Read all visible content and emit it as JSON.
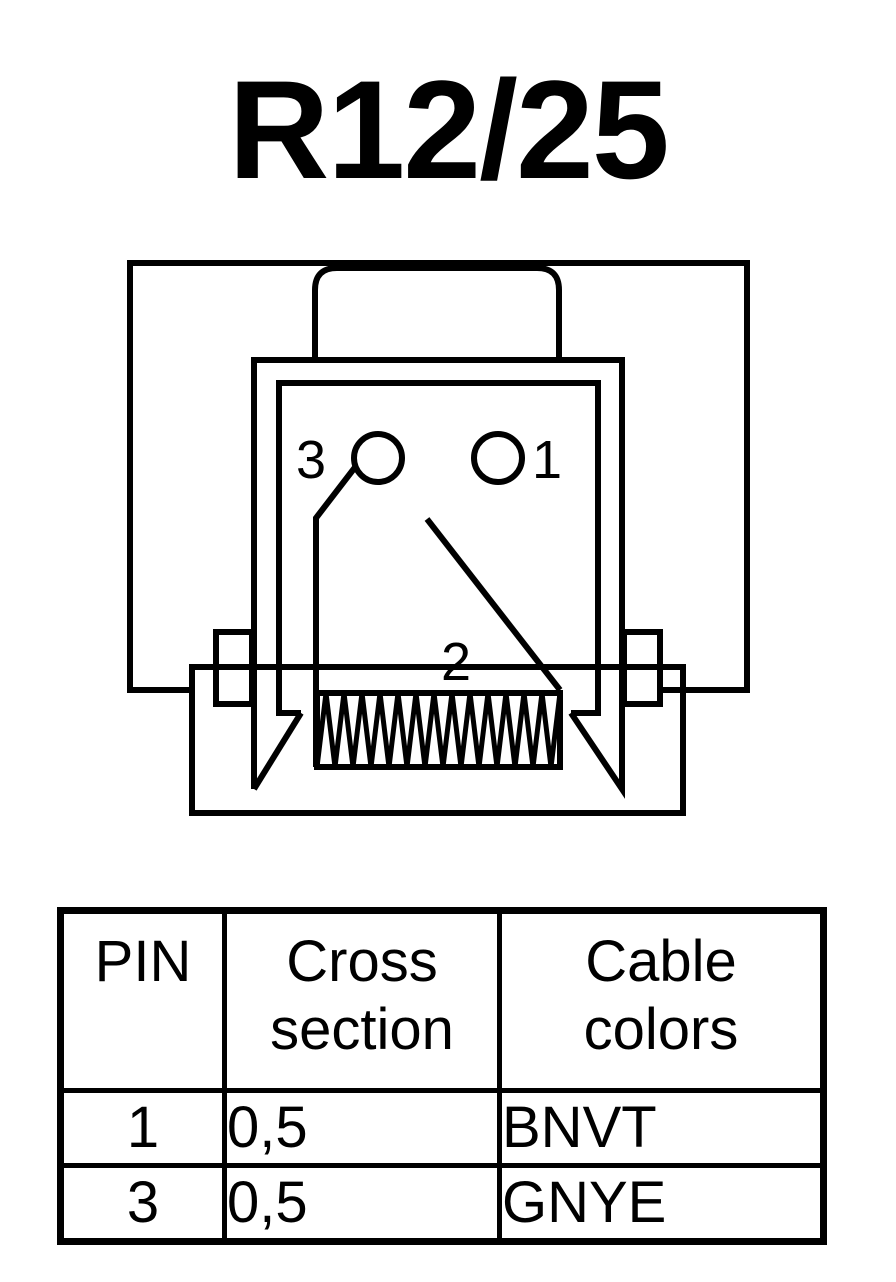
{
  "title": "R12/25",
  "diagram": {
    "pins": [
      {
        "id": "1",
        "label": "1"
      },
      {
        "id": "2",
        "label": "2"
      },
      {
        "id": "3",
        "label": "3"
      }
    ]
  },
  "table": {
    "headers": {
      "pin": "PIN",
      "cross_line1": "Cross",
      "cross_line2": "section",
      "cable_line1": "Cable",
      "cable_line2": "colors"
    },
    "rows": [
      {
        "pin": "1",
        "cross_section": "0,5",
        "cable_color": "BNVT"
      },
      {
        "pin": "3",
        "cross_section": "0,5",
        "cable_color": "GNYE"
      }
    ]
  },
  "colors": {
    "ink": "#000000",
    "background": "#ffffff"
  }
}
